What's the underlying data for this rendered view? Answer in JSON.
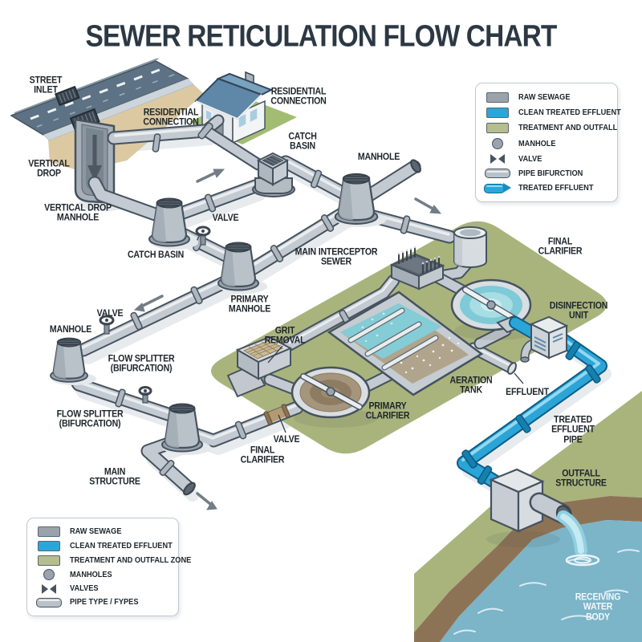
{
  "title": "SEWER RETICULATION FLOW CHART",
  "labels": {
    "street_inlet": "STREET\nINLET",
    "vertical_drop": "VERTICAL\nDROP",
    "vertical_drop_manhole": "VERTICAL DROP\nMANHOLE",
    "residential_connection_left": "RESIDENTIAL\nCONNECTION",
    "residential_connection_right": "RESIDENTIAL\nCONNECTION",
    "catch_basin_top": "CATCH\nBASIN",
    "manhole_top": "MANHOLE",
    "catch_basin_left": "CATCH BASIN",
    "valve_mid": "VALVE",
    "primary_manhole": "PRIMARY\nMANHOLE",
    "main_interceptor_sewer": "MAIN INTERCEPTOR\nSEWER",
    "valve_left": "VALVE",
    "manhole_left": "MANHOLE",
    "flow_splitter_upper": "FLOW SPLITTER\n(BIFURCATION)",
    "flow_splitter_lower": "FLOW SPLITTER\n(BIFURCATION)",
    "main_structure": "MAIN\nSTRUCTURE",
    "grit_removal": "GRIT\nREMOVAL",
    "primary_clarifier": "PRIMARY\nCLARIFIER",
    "aeration_tank": "AERATION\nTANK",
    "effluent": "EFFLUENT",
    "final_clarifier_upper": "FINAL\nCLARIFIER",
    "disinfection_unit": "DISINFECTION\nUNIT",
    "valve_bottom": "VALVE",
    "final_clarifier_lower": "FINAL\nCLARIFIER",
    "treated_effluent_pipe": "TREATED\nEFFLUENT PIPE",
    "outfall_structure": "OUTFALL\nSTRUCTURE",
    "receiving_water_body": "RECEIVING\nWATER BODY"
  },
  "legend_top": {
    "items": [
      {
        "icon": "swatch-gray",
        "label": "RAW SEWAGE"
      },
      {
        "icon": "swatch-blue",
        "label": "CLEAN TREATED EFFLUENT"
      },
      {
        "icon": "swatch-olive",
        "label": "TREATMENT AND OUTFALL"
      },
      {
        "icon": "manhole-circle",
        "label": "MANHOLE"
      },
      {
        "icon": "valve-bowtie",
        "label": "VALVE"
      },
      {
        "icon": "pipe-capsule",
        "label": "PIPE BIFURCTION"
      },
      {
        "icon": "treated-effluent-arrow",
        "label": "TREATED EFFLUENT"
      }
    ]
  },
  "legend_bottom": {
    "items": [
      {
        "icon": "swatch-gray",
        "label": "RAW SEWAGE"
      },
      {
        "icon": "swatch-blue",
        "label": "CLEAN TREATED EFFLUENT"
      },
      {
        "icon": "swatch-olive",
        "label": "TREATMENT AND OUTFALL ZONE"
      },
      {
        "icon": "manhole-circle",
        "label": "MANHOLES"
      },
      {
        "icon": "valve-bowtie",
        "label": "VALVES"
      },
      {
        "icon": "pipe-capsule",
        "label": "PIPE TYPE / FYPES"
      }
    ]
  },
  "colors": {
    "raw_sewage_gray": "#9aa3ac",
    "clean_treated_effluent_blue": "#2aa7da",
    "treatment_zone_olive": "#a9b47d",
    "river_water": "#7cb4c8",
    "title_text": "#2c3844"
  }
}
